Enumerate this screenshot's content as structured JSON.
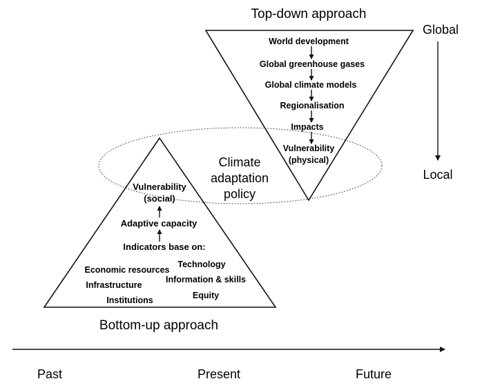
{
  "top_down": {
    "title": "Top-down approach",
    "steps": [
      "World development",
      "Global greenhouse gases",
      "Global climate models",
      "Regionalisation",
      "Impacts"
    ],
    "vulnerability_line1": "Vulnerability",
    "vulnerability_line2": "(physical)"
  },
  "scale": {
    "global": "Global",
    "local": "Local"
  },
  "center": {
    "line1": "Climate",
    "line2": "adaptation",
    "line3": "policy"
  },
  "bottom_up": {
    "title": "Bottom-up approach",
    "vulnerability_line1": "Vulnerability",
    "vulnerability_line2": "(social)",
    "adaptive_capacity": "Adaptive capacity",
    "indicators": "Indicators base on:",
    "economic": "Economic resources",
    "technology": "Technology",
    "infrastructure": "Infrastructure",
    "information": "Information & skills",
    "institutions": "Institutions",
    "equity": "Equity"
  },
  "timeline": {
    "past": "Past",
    "present": "Present",
    "future": "Future"
  }
}
